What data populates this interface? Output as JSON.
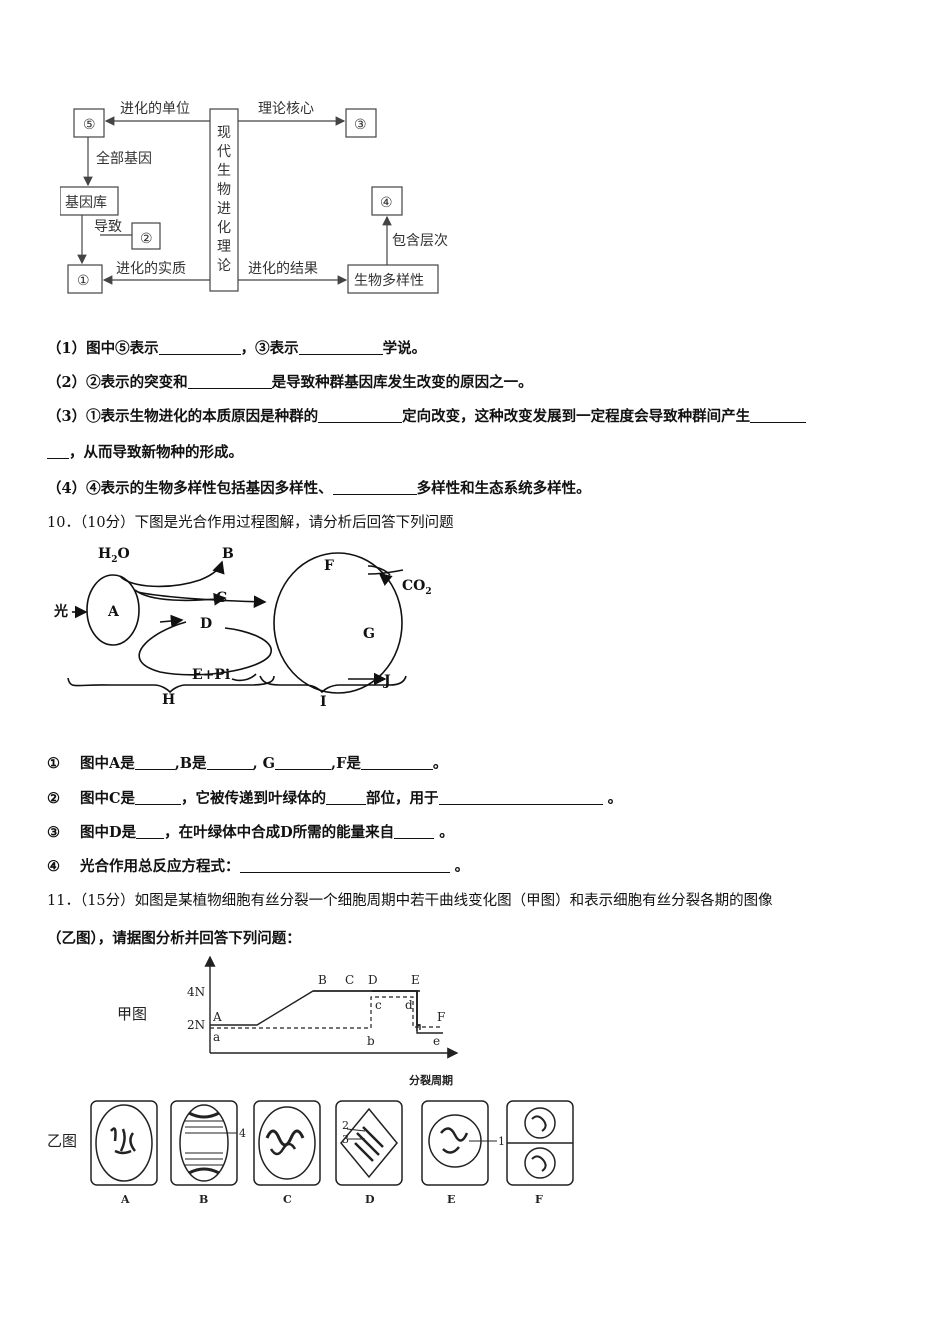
{
  "diagram1": {
    "center": "现代生物进化理论",
    "center_chars": [
      "现",
      "代",
      "生",
      "物",
      "进",
      "化",
      "理",
      "论"
    ],
    "box5": "⑤",
    "box3": "③",
    "box4": "④",
    "box2": "②",
    "box1": "①",
    "genepool": "基因库",
    "diversity": "生物多样性",
    "lbl_unit": "进化的单位",
    "lbl_core": "理论核心",
    "lbl_allgenes": "全部基因",
    "lbl_cause": "导致",
    "lbl_essence": "进化的实质",
    "lbl_result": "进化的结果",
    "lbl_levels": "包含层次"
  },
  "q9": {
    "p1a": "（1）图中⑤表示",
    "p1b": "，③表示",
    "p1c": "学说。",
    "p2a": "（2）②表示的突变和",
    "p2b": "是导致种群基因库发生改变的原因之一。",
    "p3a": "（3）①表示生物进化的本质原因是种群的",
    "p3b": "定向改变，这种改变发展到一定程度会导致种群间产生",
    "p3c": "，从而导致新物种的形成。",
    "p4a": "（4）④表示的生物多样性包括基因多样性、",
    "p4b": "多样性和生态系统多样性。"
  },
  "q10": {
    "title": "10．（10分）下图是光合作用过程图解，请分析后回答下列问题",
    "diagram": {
      "h2o": "H",
      "h2o_sub": "2",
      "h2o_o": "O",
      "b": "B",
      "a": "A",
      "c": "C",
      "d": "D",
      "ep": "E+Pi",
      "h": "H",
      "f": "F",
      "co2": "CO",
      "co2_sub": "2",
      "g": "G",
      "j": "J",
      "i": "I",
      "light": "光"
    },
    "items": [
      {
        "num": "①",
        "a": "图中A是",
        "b": ",B是",
        "c": ", G",
        "d": ",F是",
        "e": "。"
      },
      {
        "num": "②",
        "a": "图中C是",
        "b": "，它被传递到叶绿体的",
        "c": "部位，用于",
        "d": "。"
      },
      {
        "num": "③",
        "a": "图中D是",
        "b": "，在叶绿体中合成D所需的能量来自",
        "c": "。"
      },
      {
        "num": "④",
        "a": "光合作用总反应方程式：",
        "b": "。"
      }
    ]
  },
  "q11": {
    "title": "11．（15分）如图是某植物细胞有丝分裂一个细胞周期中若干曲线变化图（甲图）和表示细胞有丝分裂各期的图像",
    "title2": "（乙图），请据图分析并回答下列问题：",
    "jia": "甲图",
    "yi": "乙图",
    "y4n": "4N",
    "y2n": "2N",
    "xlabel": "分裂周期",
    "pts_upper": [
      "A",
      "B",
      "C",
      "D",
      "E",
      "F"
    ],
    "pts_lower": [
      "a",
      "b",
      "c",
      "d",
      "e"
    ],
    "cells": [
      "A",
      "B",
      "C",
      "D",
      "E",
      "F"
    ],
    "callouts": [
      "4",
      "2",
      "3",
      "1"
    ]
  }
}
